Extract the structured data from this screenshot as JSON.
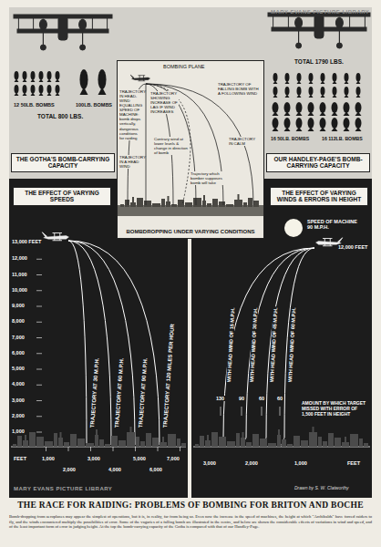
{
  "diagram": {
    "title": "THE RACE FOR RAIDING: PROBLEMS OF BOMBING FOR BRITON AND BOCHE",
    "caption": "Bomb-dropping from aeroplanes may appear the simplest of operations, but it is, in reality, far from being so. Even now the increase in the speed of machines, the height at which \"Archibalds\" have forced raiders to fly, and the winds encountered multiply the possibilities of error. Some of the vagaries of a falling bomb are illustrated in the centre, and below are shown the considerable effects of variations in wind and speed, and of the least important form of error in judging height. At the top the bomb-carrying capacity of the Gotha is compared with that of our Handley-Page.",
    "nodes": [
      {
        "text": [
          "THE GOTHA'S BOMB-CARRYING CAPACITY"
        ]
      },
      {
        "text": [
          "OUR HANDLEY-PAGE'S BOMB-CARRYING CAPACITY"
        ]
      },
      {
        "text": [
          "BOMBDROPPING UNDER VARYING CONDITIONS"
        ]
      },
      {
        "text": [
          "THE EFFECT OF VARYING SPEEDS"
        ]
      },
      {
        "text": [
          "THE EFFECT OF VARYING WINDS & ERRORS IN HEIGHT"
        ]
      }
    ],
    "labels": [
      "12 50LB. BOMBS",
      "100LB. BOMBS",
      "TOTAL 800 LBS.",
      "TOTAL 1790 LBS.",
      "16 50LB. BOMBS",
      "16 112LB. BOMBS",
      "BOMBING PLANE",
      "TRAJECTORY IN HEAD-WIND EQUALLING SPEED OF MACHINE: bomb drops vertically, dangerous conditions for raiding",
      "TRAJECTORY SHOWING INCREASE OF LAG IF WIND INCREASES",
      "TRAJECTORY OF FALLING BOMB WITH A FOLLOWING WIND",
      "TRAJECTORY IN CALM",
      "TRAJECTORY IN A HEAD WIND",
      "Contrary wind at lower levels & change in direction of bomb",
      "Trajectory which bomber supposes bomb will take",
      "MARY EVANS PICTURE LIBRARY",
      "13,000 FEET",
      "12,000",
      "11,000",
      "10,000",
      "9,000",
      "8,000",
      "7,000",
      "6,000",
      "5,000",
      "4,000",
      "3,000",
      "2,000",
      "1,000",
      "TRAJECTORY AT 30 M.P.H.",
      "TRAJECTORY AT 60 M.P.H.",
      "TRAJECTORY AT 90 M.P.H.",
      "TRAJECTORY AT 120 MILES PER HOUR",
      "FEET",
      "1,000",
      "3,000",
      "5,000",
      "7,000",
      "2,000",
      "4,000",
      "6,000",
      "SPEED OF MACHINE 90 M.P.H.",
      "12,000 FEET",
      "WITH HEAD WIND OF 15 M.P.H.",
      "WITH HEAD WIND OF 30 M.P.H.",
      "WITH HEAD WIND OF 45 M.P.H.",
      "WITH HEAD WIND OF 60 M.P.H.",
      "130",
      "90",
      "60",
      "60",
      "AMOUNT BY WHICH TARGET MISSED WITH ERROR OF 1,500 FEET IN HEIGHT",
      "3,000",
      "2,000",
      "1,000",
      "FEET",
      "Drawn by S. W. Clatworthy",
      "MARY EVANS PICTURE LIBRARY"
    ]
  }
}
